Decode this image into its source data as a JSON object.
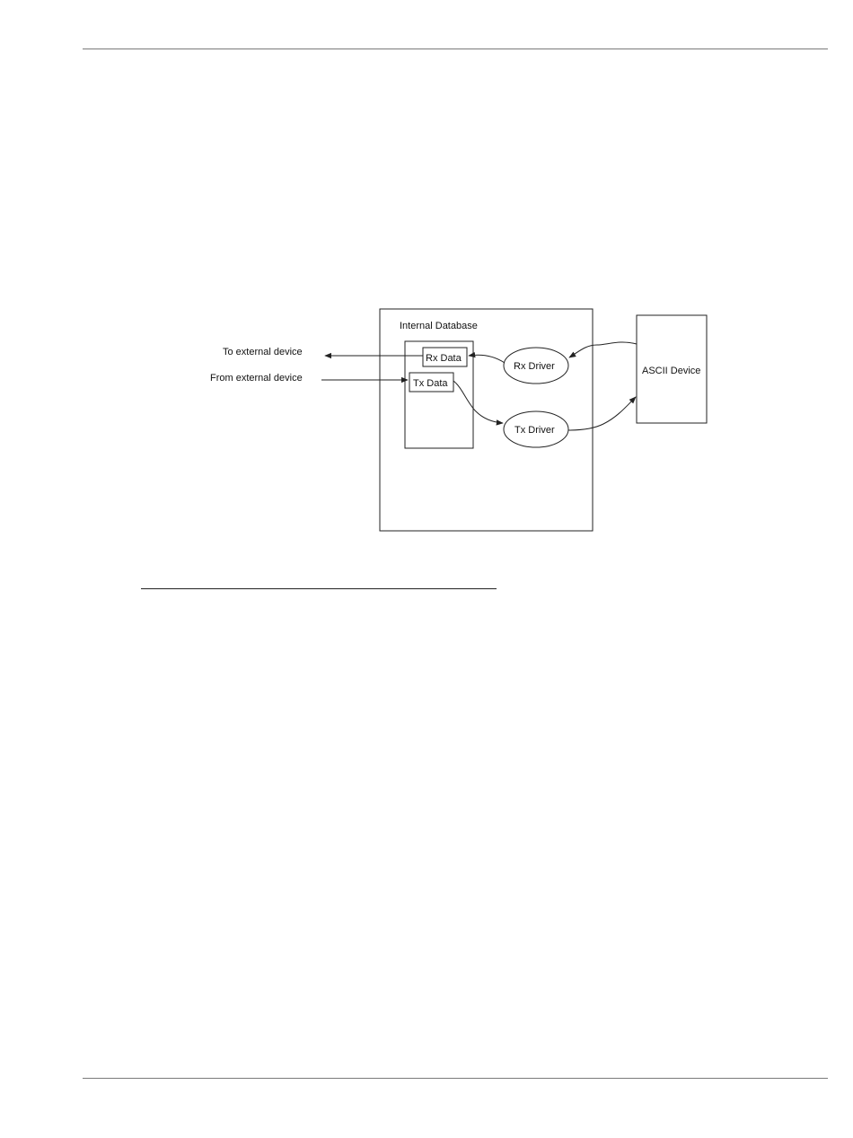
{
  "diagram": {
    "internal_database_label": "Internal Database",
    "rx_data_label": "Rx Data",
    "tx_data_label": "Tx Data",
    "rx_driver_label": "Rx Driver",
    "tx_driver_label": "Tx Driver",
    "ascii_device_label": "ASCII Device",
    "to_external_label": "To external device",
    "from_external_label": "From external device"
  },
  "colors": {
    "line": "#222222",
    "page_rule": "#7a7a7a",
    "background": "#ffffff"
  }
}
